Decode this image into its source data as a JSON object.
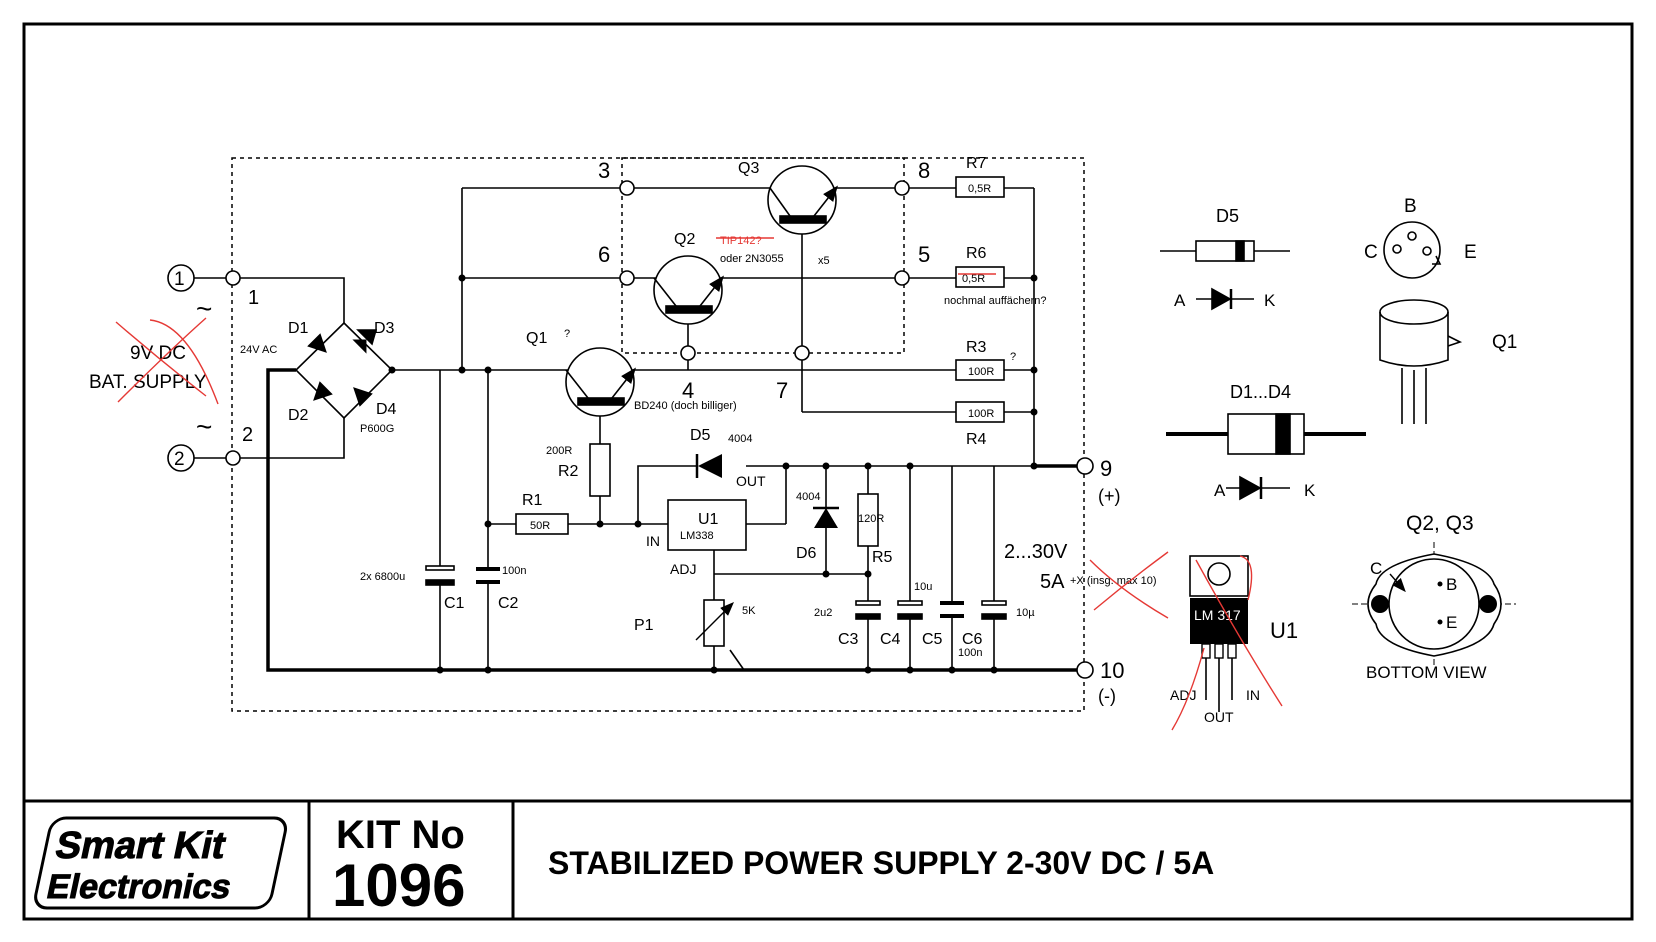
{
  "title_block": {
    "logo_line1": "Smart Kit",
    "logo_line2": "Electronics",
    "kit_label": "KIT No",
    "kit_number": "1096",
    "title": "STABILIZED POWER SUPPLY 2-30V DC / 5A"
  },
  "terminals": {
    "t1": "1",
    "t2": "2",
    "t3": "3",
    "t4": "4",
    "t5": "5",
    "t6": "6",
    "t7": "7",
    "t8": "8",
    "t9": "9",
    "t10": "10",
    "in1": "1",
    "in2": "2",
    "plus": "(+)",
    "minus": "(-)",
    "tilde1": "~",
    "tilde2": "~"
  },
  "input": {
    "struck_line1": "9V DC",
    "struck_line2": "BAT. SUPPLY",
    "ac": "24V AC"
  },
  "bridge": {
    "d1": "D1",
    "d2": "D2",
    "d3": "D3",
    "d4": "D4",
    "type": "P600G"
  },
  "components": {
    "q1": "Q1",
    "q1_note": "?",
    "q1_type": "BD240 (doch billiger)",
    "q2": "Q2",
    "q2_struck": "TIP142?",
    "q2_alt": "oder 2N3055",
    "q2_count": "x5",
    "q3": "Q3",
    "r1": "R1",
    "r1_val": "50R",
    "r2": "R2",
    "r2_val": "200R",
    "r3": "R3",
    "r3_val": "100R",
    "r3_note": "?",
    "r4": "R4",
    "r4_val": "100R",
    "r5": "R5",
    "r5_val": "120R",
    "r6": "R6",
    "r6_val": "0,5R",
    "r6_note": "nochmal auffächern?",
    "r7": "R7",
    "r7_val": "0,5R",
    "d5": "D5",
    "d5_type": "4004",
    "d6": "D6",
    "d6_type": "4004",
    "u1": "U1",
    "u1_type": "LM338",
    "u1_in": "IN",
    "u1_out": "OUT",
    "u1_adj": "ADJ",
    "p1": "P1",
    "p1_val": "5K",
    "c1": "C1",
    "c1_val": "2x  6800u",
    "c2": "C2",
    "c2_val": "100n",
    "c3": "C3",
    "c3_val": "2u2",
    "c4": "C4",
    "c4_val": "10u",
    "c5": "C5",
    "c5_val": "100n",
    "c6": "C6",
    "c6_val": "10µ",
    "output_range": "2...30V",
    "output_current": "5A",
    "output_note": "+X (insg. max 10)"
  },
  "legend": {
    "d5": "D5",
    "d5_a": "A",
    "d5_k": "K",
    "d14": "D1...D4",
    "d14_a": "A",
    "d14_k": "K",
    "q1_b": "B",
    "q1_c": "C",
    "q1_e": "E",
    "q1": "Q1",
    "q23": "Q2, Q3",
    "q23_c": "C",
    "q23_b": "B",
    "q23_e": "E",
    "bottom_view": "BOTTOM VIEW",
    "u1": "U1",
    "u1_type": "LM 317",
    "u1_adj": "ADJ",
    "u1_out": "OUT",
    "u1_in": "IN"
  },
  "colors": {
    "ink": "#000000",
    "annotation": "#e53935",
    "paper": "#ffffff"
  }
}
